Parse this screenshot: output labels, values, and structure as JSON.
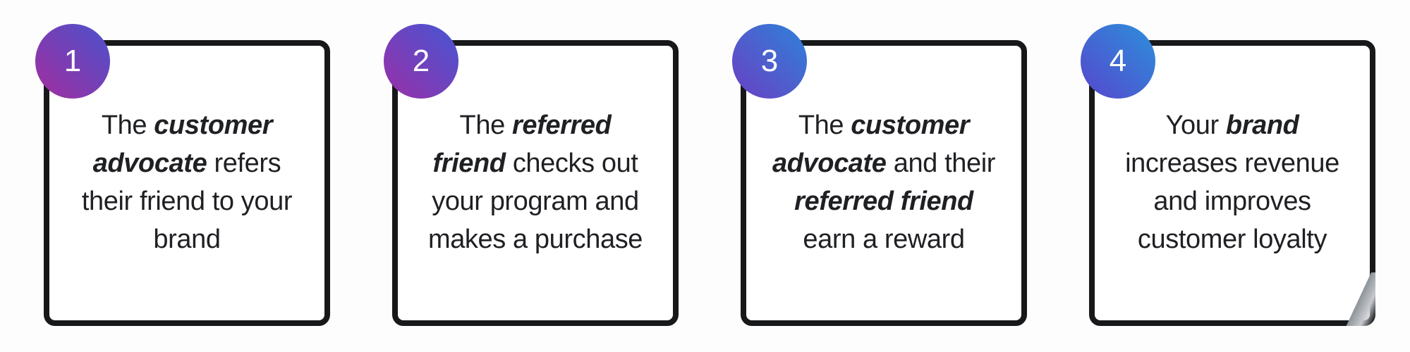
{
  "page": {
    "background": "#fdfdfd",
    "card_fill": "#ffffff",
    "card_border_color": "#17181a",
    "text_color": "#1f2023",
    "badge_number_color": "#ffffff"
  },
  "steps": [
    {
      "number": "1",
      "badge_gradient": {
        "bottom_left": "#a32d9f",
        "top_right": "#4a52cc"
      },
      "text_plain": "The customer advocate refers their friend to your brand",
      "lines": [
        [
          {
            "t": "The ",
            "em": false
          },
          {
            "t": "customer",
            "em": true
          }
        ],
        [
          {
            "t": "advocate",
            "em": true
          },
          {
            "t": " refers",
            "em": false
          }
        ],
        [
          {
            "t": "their friend to your",
            "em": false
          }
        ],
        [
          {
            "t": "brand",
            "em": false
          }
        ]
      ]
    },
    {
      "number": "2",
      "badge_gradient": {
        "bottom_left": "#9a2fa7",
        "top_right": "#4556d4"
      },
      "text_plain": "The referred friend checks out your program and makes a purchase",
      "lines": [
        [
          {
            "t": "The ",
            "em": false
          },
          {
            "t": "referred",
            "em": true
          }
        ],
        [
          {
            "t": "friend",
            "em": true
          },
          {
            "t": " checks out",
            "em": false
          }
        ],
        [
          {
            "t": "your program and",
            "em": false
          }
        ],
        [
          {
            "t": "makes a purchase",
            "em": false
          }
        ]
      ]
    },
    {
      "number": "3",
      "badge_gradient": {
        "bottom_left": "#6a3fc3",
        "top_right": "#2e82d9"
      },
      "text_plain": "The customer advocate and their referred friend earn a reward",
      "lines": [
        [
          {
            "t": "The ",
            "em": false
          },
          {
            "t": "customer",
            "em": true
          }
        ],
        [
          {
            "t": "advocate",
            "em": true
          },
          {
            "t": " and their",
            "em": false
          }
        ],
        [
          {
            "t": "referred friend",
            "em": true
          }
        ],
        [
          {
            "t": "earn a reward",
            "em": false
          }
        ]
      ]
    },
    {
      "number": "4",
      "badge_gradient": {
        "bottom_left": "#5646cd",
        "top_right": "#2c90db"
      },
      "text_plain": "Your brand increases revenue and improves customer loyalty",
      "lines": [
        [
          {
            "t": "Your ",
            "em": false
          },
          {
            "t": "brand",
            "em": true
          }
        ],
        [
          {
            "t": "increases revenue",
            "em": false
          }
        ],
        [
          {
            "t": "and improves",
            "em": false
          }
        ],
        [
          {
            "t": "customer loyalty",
            "em": false
          }
        ]
      ]
    }
  ]
}
